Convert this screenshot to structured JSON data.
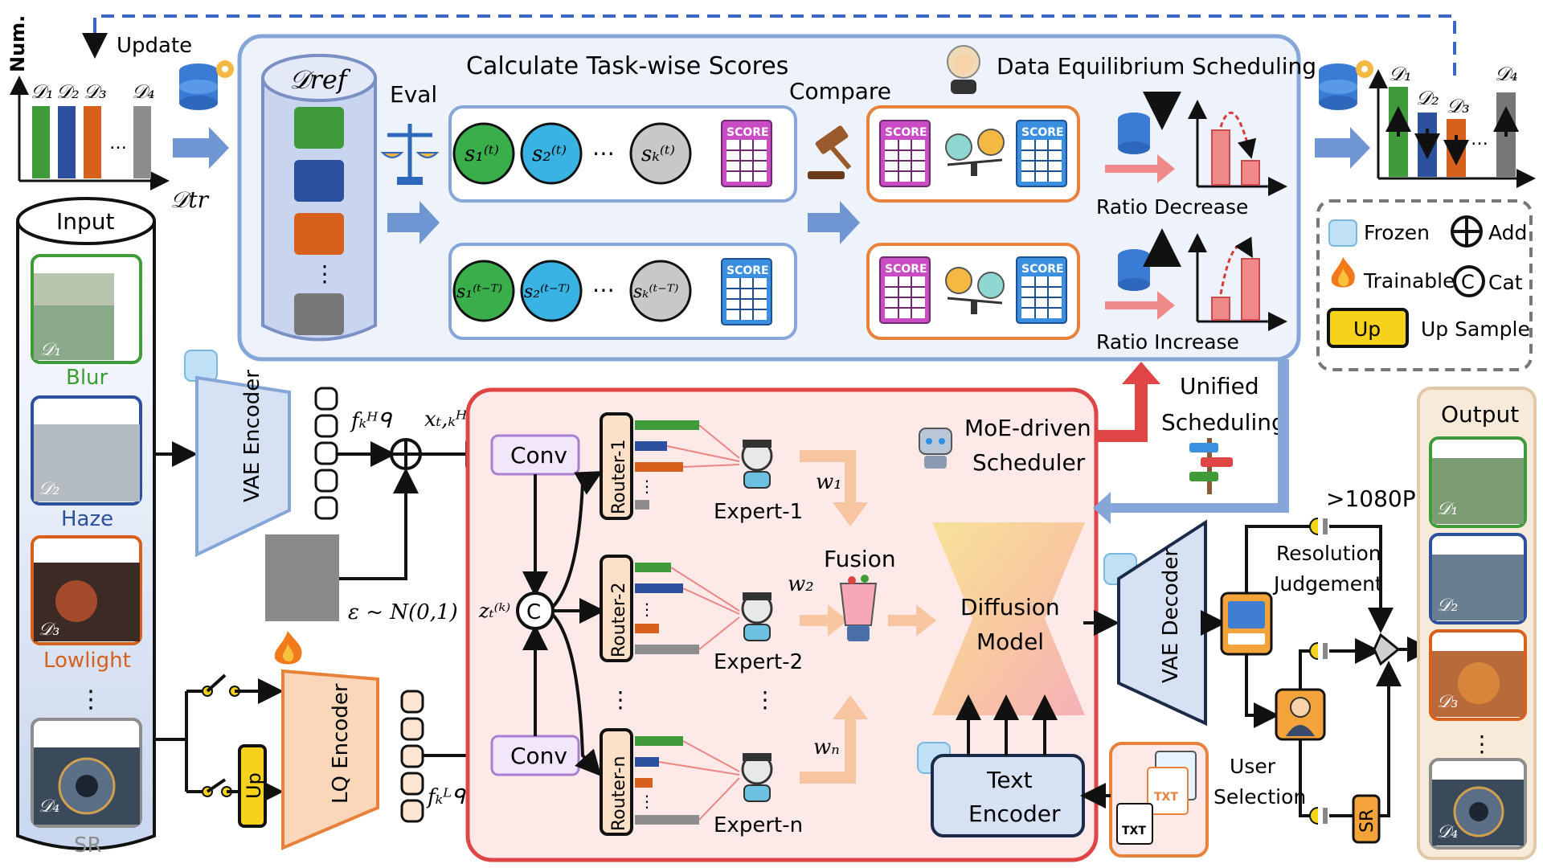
{
  "colors": {
    "blue_accent": "#7ea2d6",
    "red_accent": "#e04545",
    "orange_accent": "#e8823a",
    "green": "#3f9a3a",
    "navy": "#2c4f9e",
    "orange_bar": "#d6601c",
    "gray_bar": "#8d8d8d",
    "panel_fill": "#eef3fb",
    "moe_fill": "#fde9e7",
    "output_fill": "#f7ead9"
  },
  "top_left": {
    "axis_label": "Num.",
    "update_label": "Update",
    "dataset_labels": [
      "𝒟₁",
      "𝒟₂",
      "𝒟₃",
      "…",
      "𝒟₄"
    ],
    "train_label": "𝒟tr"
  },
  "scores_panel": {
    "title": "Calculate Task-wise Scores",
    "ref_label": "𝒟ref",
    "eval_label": "Eval",
    "current_scores": [
      "s₁⁽ᵗ⁾",
      "s₂⁽ᵗ⁾",
      "⋯",
      "sₖ⁽ᵗ⁾"
    ],
    "previous_scores": [
      "s₁⁽ᵗ⁻ᵀ⁾",
      "s₂⁽ᵗ⁻ᵀ⁾",
      "⋯",
      "sₖ⁽ᵗ⁻ᵀ⁾"
    ],
    "score_card_label": "SCORE",
    "compare_label": "Compare",
    "scheduling_title": "Data Equilibrium Scheduling",
    "ratio_decrease": "Ratio Decrease",
    "ratio_increase": "Ratio Increase"
  },
  "top_right": {
    "dataset_labels": [
      "𝒟₁",
      "𝒟₂",
      "𝒟₃",
      "…",
      "𝒟₄"
    ]
  },
  "legend": {
    "frozen": "Frozen",
    "trainable": "Trainable",
    "add": "Add",
    "cat": "Cat",
    "up_box": "Up",
    "up_sample": "Up Sample"
  },
  "input_panel": {
    "title": "Input",
    "items": [
      {
        "label": "Blur",
        "dataset": "𝒟₁",
        "color": "#3f9a3a"
      },
      {
        "label": "Haze",
        "dataset": "𝒟₂",
        "color": "#2c4f9e"
      },
      {
        "label": "Lowlight",
        "dataset": "𝒟₃",
        "color": "#d6601c"
      },
      {
        "label": "SR",
        "dataset": "𝒟₄",
        "color": "#8d8d8d"
      }
    ],
    "more": "⋮"
  },
  "encoders": {
    "vae_encoder": "VAE Encoder",
    "lq_encoder": "LQ Encoder",
    "up_label": "Up",
    "f_hq": "fₖᴴᑫ",
    "x_hq": "xₜ,ₖᴴᑫ",
    "f_lq": "fₖᴸᑫ",
    "noise": "ε ~ N(0,1)",
    "z_label": "zₜ⁽ᵏ⁾"
  },
  "moe_panel": {
    "title_line1": "MoE-driven",
    "title_line2": "Scheduler",
    "conv_top": "Conv",
    "conv_bottom": "Conv",
    "cat_symbol": "C",
    "routers": [
      "Router-1",
      "Router-2",
      "Router-n"
    ],
    "experts": [
      "Expert-1",
      "Expert-2",
      "Expert-n"
    ],
    "weights": [
      "w₁",
      "w₂",
      "wₙ"
    ],
    "fusion": "Fusion",
    "diffusion_line1": "Diffusion",
    "diffusion_line2": "Model",
    "text_encoder_line1": "Text",
    "text_encoder_line2": "Encoder",
    "txt": "TXT",
    "dots": "⋮"
  },
  "scheduling": {
    "unified_line1": "Unified",
    "unified_line2": "Scheduling"
  },
  "decoder": {
    "vae_decoder": "VAE Decoder",
    "resolution_1080": ">1080P",
    "resolution_line1": "Resolution",
    "resolution_line2": "Judgement",
    "user_line1": "User",
    "user_line2": "Selection",
    "sr": "SR"
  },
  "output_panel": {
    "title": "Output",
    "datasets": [
      "𝒟₁",
      "𝒟₂",
      "𝒟₃",
      "𝒟₄"
    ]
  },
  "icons": [
    "database-gear-icon",
    "scales-icon",
    "gavel-icon",
    "judge-icon",
    "snowflake-cube-icon",
    "flame-icon",
    "robot-icon",
    "signpost-icon",
    "blender-icon",
    "ruler-image-icon",
    "user-icon",
    "text-files-icon",
    "switch-icon"
  ]
}
